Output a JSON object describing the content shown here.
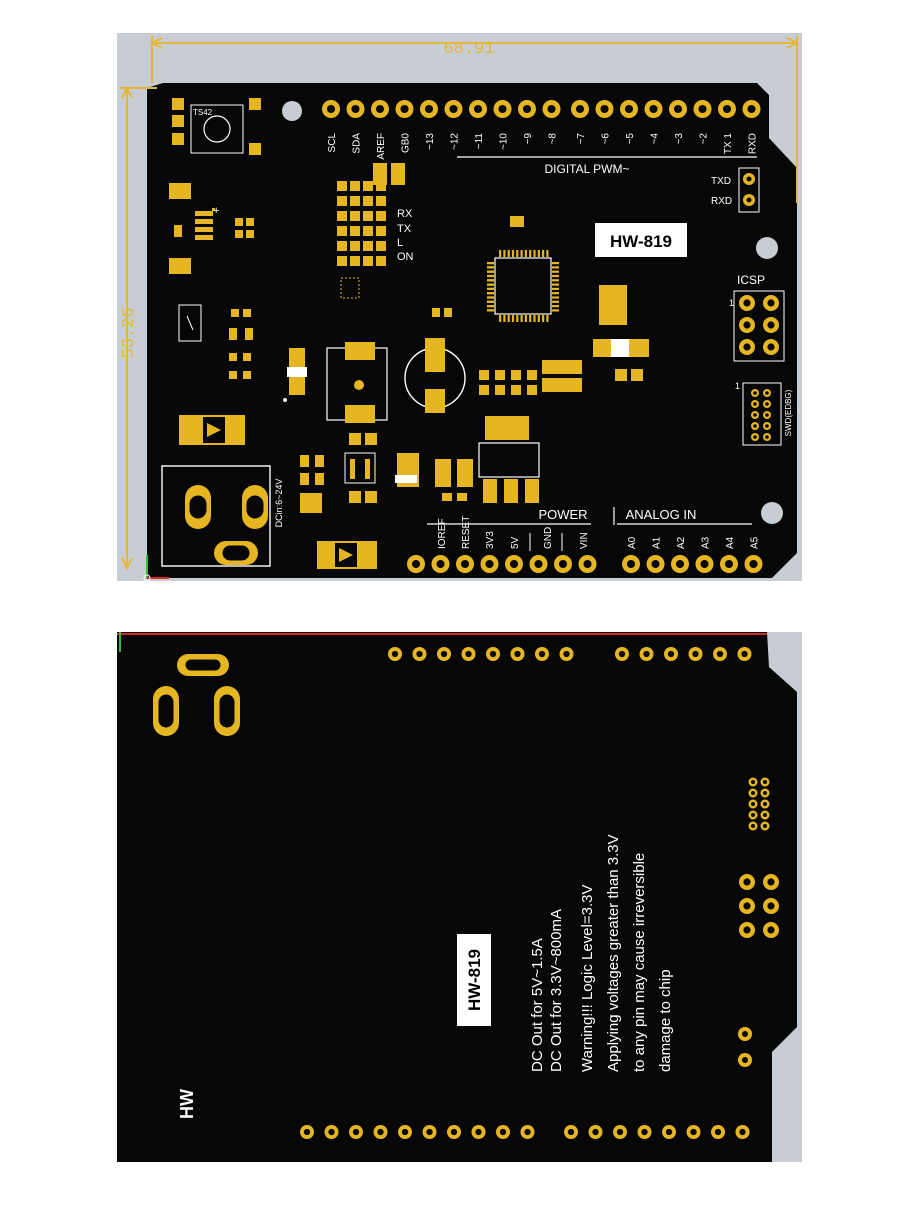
{
  "dimensions": {
    "width": "68.91",
    "height": "53.26"
  },
  "top": {
    "board_model": "HW-819",
    "button_label": "TS42",
    "top_pin_labels": [
      "SCL",
      "SDA",
      "AREF",
      "GB0",
      "~13",
      "~12",
      "~11",
      "~10",
      "~9",
      "~8",
      "~7",
      "~6",
      "~5",
      "~4",
      "~3",
      "~2",
      "TX 1",
      "RXD"
    ],
    "digital_label": "DIGITAL PWM~",
    "txd": "TXD",
    "rxd": "RXD",
    "leds": [
      "RX",
      "TX",
      "L",
      "ON"
    ],
    "plus": "+",
    "icsp": "ICSP",
    "pin1_icsp": "1",
    "pin1_swd": "1",
    "swd": "SWD(EDBG)",
    "dc_in": "DCin:6~24V",
    "power_label": "POWER",
    "analog_label": "ANALOG IN",
    "power_pins": [
      "IOREF",
      "RESET",
      "3V3",
      "5V",
      "GND",
      "VIN"
    ],
    "analog_pins": [
      "A0",
      "A1",
      "A2",
      "A3",
      "A4",
      "A5"
    ]
  },
  "bottom": {
    "board_model": "HW-819",
    "hw_mark": "HW",
    "note_lines": [
      "DC Out for 5V~1.5A",
      "DC Out for 3.3V~800mA",
      "Warning!!! Logic Level=3.3V",
      "Applying voltages greater than 3.3V",
      "to any pin may cause irreversible",
      "damage to chip"
    ]
  },
  "colors": {
    "board": "#070707",
    "gold": "#e6b622",
    "background": "#c7cdd2"
  }
}
